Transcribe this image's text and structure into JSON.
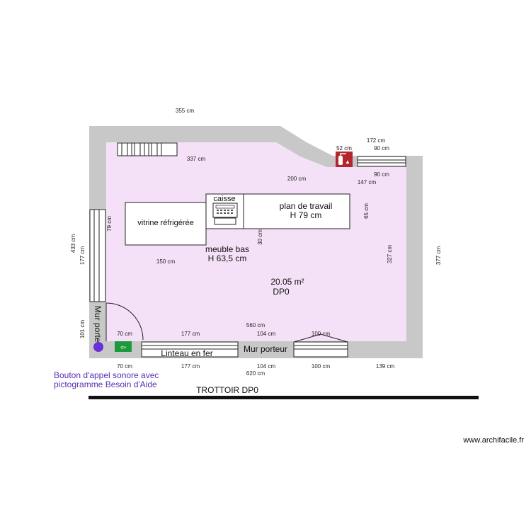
{
  "colors": {
    "wall": "#c8c8c8",
    "floor": "#f5e1f7",
    "furniture_stroke": "#222222",
    "fire_red": "#b3262c",
    "exit_green": "#1e9a3c",
    "call_button": "#6a2fd6",
    "note_text": "#5a2fb0",
    "sidewalk": "#111111"
  },
  "icons": {
    "extinguisher": "fire-extinguisher-icon",
    "exit": "emergency-exit-icon",
    "register": "cash-register-icon",
    "call": "call-button-icon"
  },
  "room": {
    "area": "20.05 m²",
    "name": "DP0"
  },
  "labels": {
    "vitrine": "vitrine réfrigérée",
    "caisse": "caisse",
    "plan_travail_1": "plan de travail",
    "plan_travail_2": "H 79 cm",
    "meuble_bas_1": "meuble bas",
    "meuble_bas_2": "H 63,5 cm",
    "mur_porteur_vertical": "Mur porteur",
    "mur_porteur_horizontal": "Mur porteur",
    "linteau": "Linteau en fer",
    "trottoir": "TROTTOIR DP0",
    "bouton_line1": "Bouton d'appel sonore avec",
    "bouton_line2": "pictogramme Besoin d'Aide",
    "website": "www.archifacile.fr"
  },
  "dimensions": {
    "d355": "355 cm",
    "d337": "337 cm",
    "d52": "52 cm",
    "d172": "172 cm",
    "d90_top": "90 cm",
    "d90_mid": "90 cm",
    "d200": "200 cm",
    "d147": "147 cm",
    "d65": "65 cm",
    "d433": "433 cm",
    "d177_left": "177 cm",
    "d79": "79 cm",
    "d150": "150 cm",
    "d30": "30 cm",
    "d327": "327 cm",
    "d377": "377 cm",
    "d101": "101 cm",
    "d560": "560 cm",
    "d70_in": "70 cm",
    "d177_in": "177 cm",
    "d104_in": "104 cm",
    "d100_in": "100 cm",
    "d70_out": "70 cm",
    "d177_out": "177 cm",
    "d104_out": "104 cm",
    "d100_out": "100 cm",
    "d139": "139 cm",
    "d620": "620 cm"
  }
}
